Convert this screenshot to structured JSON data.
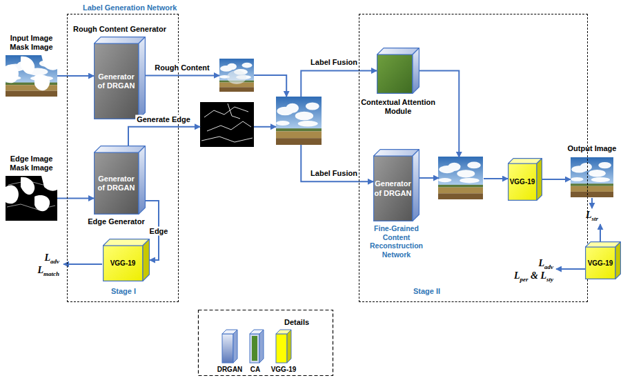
{
  "diagram": {
    "nodes": [
      {
        "text": [
          "Input Image Mask Image"
        ]
      },
      {
        "text": [
          "Edge Image Mask Image"
        ]
      },
      {
        "text": [
          "Label Generation Network",
          "Stage I"
        ]
      },
      {
        "text": [
          "Rough Content Generator",
          "Generator of DRGAN"
        ],
        "in": 2
      },
      {
        "text": [
          "Generator of DRGAN",
          "Edge Generator"
        ],
        "in": 2
      },
      {
        "text": [
          "VGG-19"
        ],
        "in": 2
      },
      {
        "text": []
      },
      {
        "text": []
      },
      {
        "text": []
      },
      {
        "text": [
          "Stage II"
        ]
      },
      {
        "text": [
          "Contextual Attention Module"
        ],
        "in": 9
      },
      {
        "text": [
          "Generator of DRGAN",
          "Fine-Grained Content Reconstruction Network"
        ],
        "in": 9
      },
      {
        "text": [],
        "in": 9
      },
      {
        "text": [
          "VGG-19"
        ],
        "in": 9
      },
      {
        "text": [
          "Output Image"
        ]
      },
      {
        "text": [
          "VGG-19"
        ]
      }
    ],
    "edges": [
      {
        "from": 0,
        "to": 3,
        "arrow": "to"
      },
      {
        "from": 1,
        "to": 4,
        "arrow": "to"
      },
      {
        "from": 3,
        "to": 6,
        "label": "Rough Content",
        "arrow": "to"
      },
      {
        "from": 4,
        "to": 7,
        "label": "Generate Edge",
        "arrow": "to"
      },
      {
        "from": 4,
        "to": 5,
        "label": "Edge",
        "arrow": "to"
      },
      {
        "from": 6,
        "to": 8,
        "arrow": "to"
      },
      {
        "from": 7,
        "to": 8,
        "arrow": "to"
      },
      {
        "from": 8,
        "to": 10,
        "label": "Label Fusion",
        "arrow": "to"
      },
      {
        "from": 8,
        "to": 11,
        "label": "Label Fusion",
        "arrow": "to"
      },
      {
        "from": 10,
        "to": 12,
        "arrow": "to"
      },
      {
        "from": 11,
        "to": 12,
        "arrow": "to"
      },
      {
        "from": 12,
        "to": 13,
        "arrow": "to"
      },
      {
        "from": 13,
        "to": 14,
        "arrow": "to"
      }
    ],
    "labels": [
      "Ladv",
      "Lmatch",
      "Ladv",
      "Lper & Lsty",
      "Lstr",
      "Details"
    ],
    "legend": [
      {
        "text": "DRGAN"
      },
      {
        "text": "CA"
      },
      {
        "text": "VGG-19"
      }
    ]
  }
}
